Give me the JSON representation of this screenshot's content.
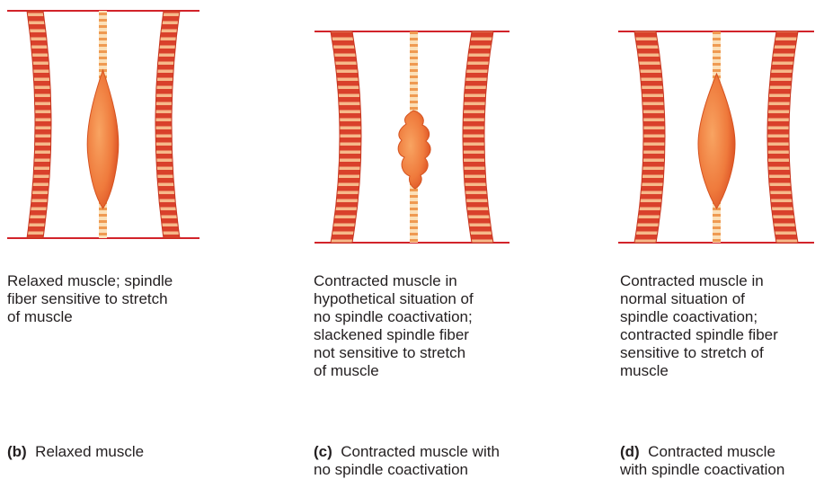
{
  "colors": {
    "boundary_line": "#d2232a",
    "fiber_dark": "#d9402b",
    "fiber_light": "#f6b98a",
    "spindle_light": "#f7a865",
    "spindle_dark": "#e3562a"
  },
  "panels": [
    {
      "id": "b",
      "description": "Relaxed muscle; spindle\nfiber sensitive to stretch\nof muscle",
      "caption_letter": "(b)",
      "caption_text": "Relaxed muscle",
      "spindle_state": "taut"
    },
    {
      "id": "c",
      "description": "Contracted muscle in\nhypothetical situation of\nno spindle coactivation;\nslackened spindle fiber\nnot sensitive to stretch\nof muscle",
      "caption_letter": "(c)",
      "caption_text": "Contracted muscle with\nno spindle coactivation",
      "spindle_state": "slack"
    },
    {
      "id": "d",
      "description": "Contracted muscle in\nnormal situation of\nspindle coactivation;\ncontracted spindle fiber\nsensitive to stretch of\nmuscle",
      "caption_letter": "(d)",
      "caption_text": "Contracted muscle\nwith spindle coactivation",
      "spindle_state": "taut"
    }
  ]
}
